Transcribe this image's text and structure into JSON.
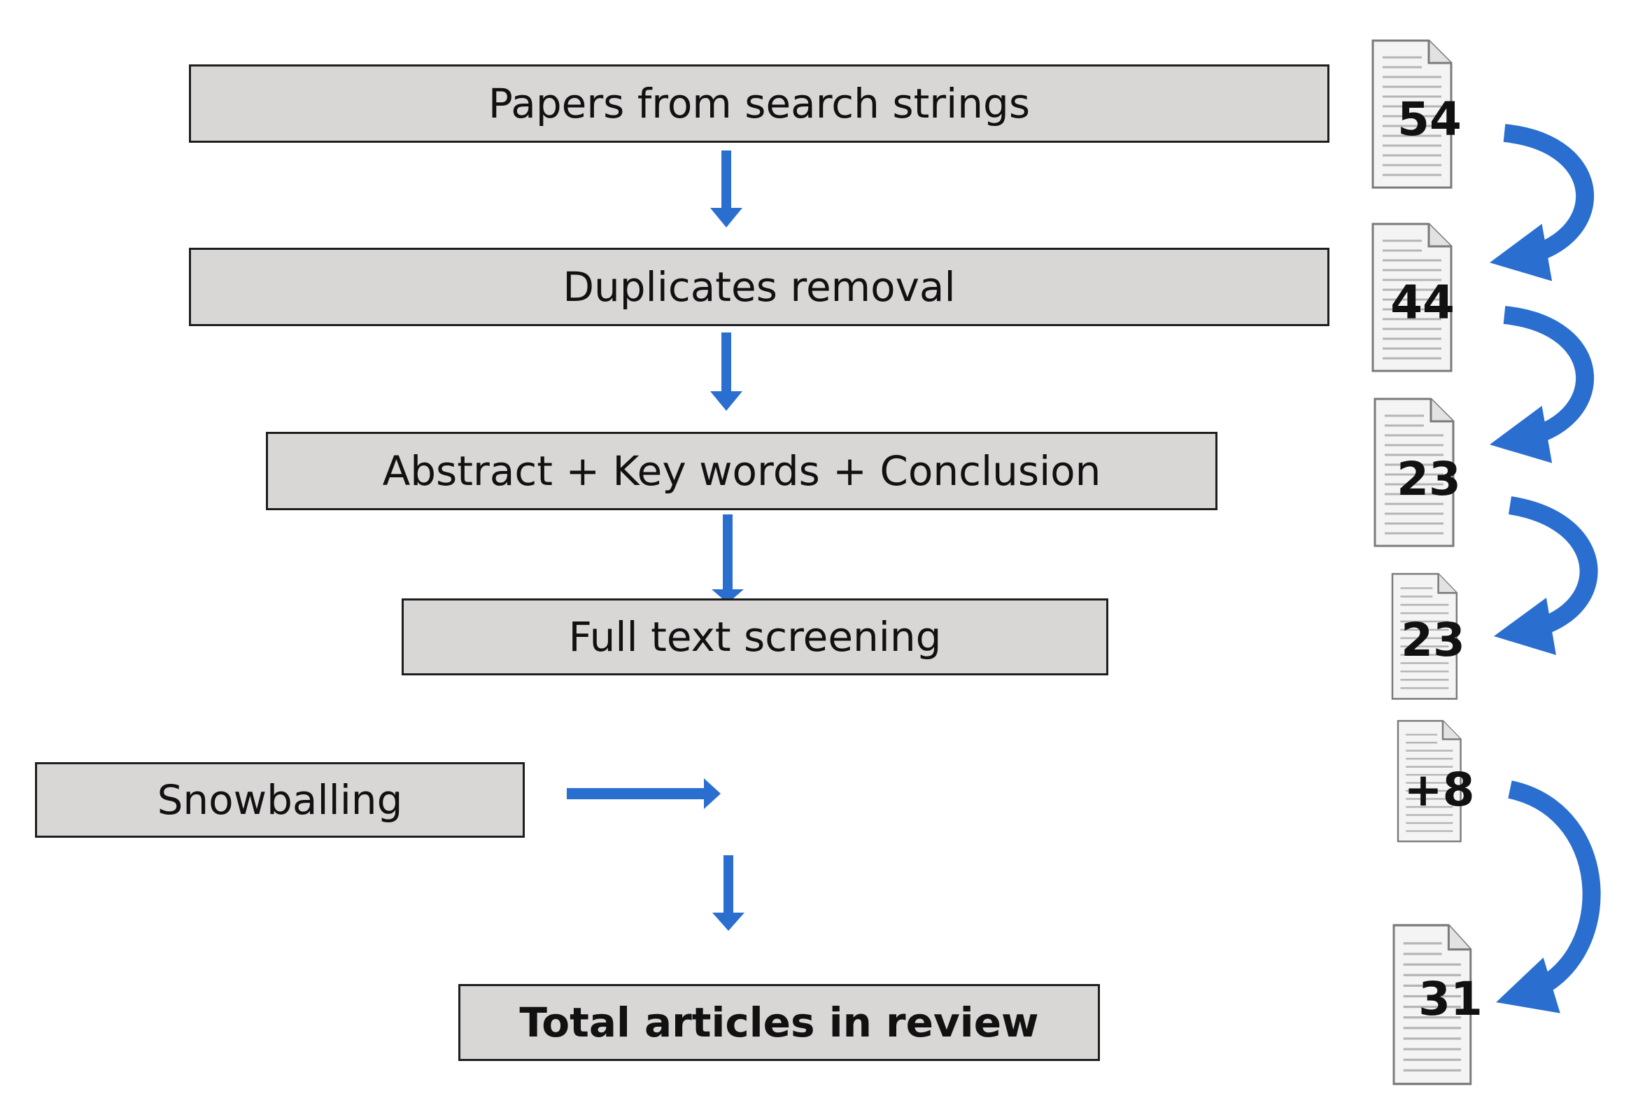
{
  "flow": {
    "steps": [
      {
        "label": "Papers from search strings"
      },
      {
        "label": "Duplicates removal"
      },
      {
        "label": "Abstract + Key words + Conclusion"
      },
      {
        "label": "Full text screening"
      },
      {
        "label": "Snowballing"
      },
      {
        "label": "Total articles in review"
      }
    ]
  },
  "counts": [
    {
      "value": "54"
    },
    {
      "value": "44"
    },
    {
      "value": "23"
    },
    {
      "value": "23"
    },
    {
      "value": "+8"
    },
    {
      "value": "31"
    }
  ],
  "colors": {
    "box_fill": "#d9d6d6",
    "box_border": "#1e1e1e",
    "arrow_blue": "#2a6fcf",
    "document_fill": "#f4f4f4",
    "document_line": "#b5b5b5"
  },
  "icons": {
    "document": "document-icon",
    "down_arrow": "down-arrow-icon",
    "right_arrow": "right-arrow-icon",
    "curved_arrow": "curved-arrow-icon"
  }
}
